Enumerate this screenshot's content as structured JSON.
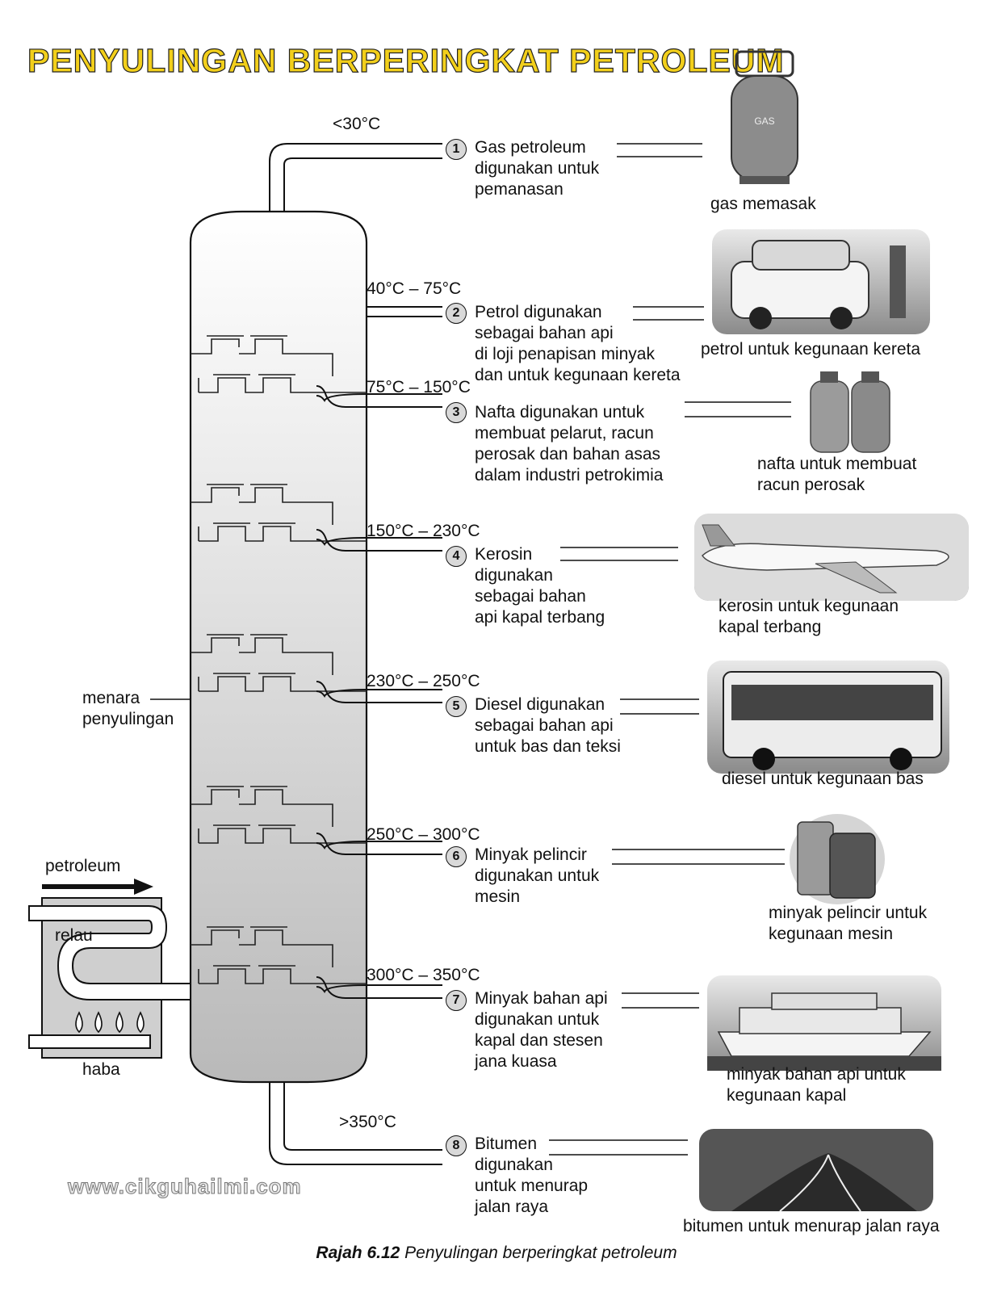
{
  "title": "PENYULINGAN BERPERINGKAT PETROLEUM",
  "labels": {
    "tower": [
      "menara",
      "penyulingan"
    ],
    "petroleum": "petroleum",
    "furnace": "relau",
    "heat": "haba"
  },
  "fractions": [
    {
      "num": "1",
      "temp": "<30°C",
      "desc": [
        "Gas petroleum",
        "digunakan untuk",
        "pemanasan"
      ],
      "caption": [
        "gas memasak"
      ],
      "image": "gas-cylinder"
    },
    {
      "num": "2",
      "temp": "40°C – 75°C",
      "desc": [
        "Petrol digunakan",
        "sebagai bahan api",
        "di loji penapisan minyak",
        "dan untuk kegunaan kereta"
      ],
      "caption": [
        "petrol untuk kegunaan kereta"
      ],
      "image": "car"
    },
    {
      "num": "3",
      "temp": "75°C – 150°C",
      "desc": [
        "Nafta digunakan untuk",
        "membuat pelarut, racun",
        "perosak dan bahan asas",
        "dalam industri petrokimia"
      ],
      "caption": [
        "nafta untuk membuat",
        "racun perosak"
      ],
      "image": "pesticide-bottles"
    },
    {
      "num": "4",
      "temp": "150°C – 230°C",
      "desc": [
        "Kerosin",
        "digunakan",
        "sebagai bahan",
        "api kapal terbang"
      ],
      "caption": [
        "kerosin untuk kegunaan",
        "kapal terbang"
      ],
      "image": "airplane"
    },
    {
      "num": "5",
      "temp": "230°C – 250°C",
      "desc": [
        "Diesel digunakan",
        "sebagai bahan api",
        "untuk bas dan teksi"
      ],
      "caption": [
        "diesel untuk kegunaan bas"
      ],
      "image": "bus"
    },
    {
      "num": "6",
      "temp": "250°C – 300°C",
      "desc": [
        "Minyak pelincir",
        "digunakan untuk",
        "mesin"
      ],
      "caption": [
        "minyak pelincir untuk",
        "kegunaan mesin"
      ],
      "image": "oil-cans"
    },
    {
      "num": "7",
      "temp": "300°C – 350°C",
      "desc": [
        "Minyak bahan api",
        "digunakan untuk",
        "kapal dan stesen",
        "jana kuasa"
      ],
      "caption": [
        "minyak bahan api untuk",
        "kegunaan kapal"
      ],
      "image": "ship"
    },
    {
      "num": "8",
      "temp": ">350°C",
      "desc": [
        "Bitumen",
        "digunakan",
        "untuk menurap",
        "jalan raya"
      ],
      "caption": [
        "bitumen untuk menurap jalan raya"
      ],
      "image": "road"
    }
  ],
  "website": "www.cikguhailmi.com",
  "figure_caption": {
    "label": "Rajah 6.12",
    "text": "Penyulingan berperingkat petroleum"
  }
}
